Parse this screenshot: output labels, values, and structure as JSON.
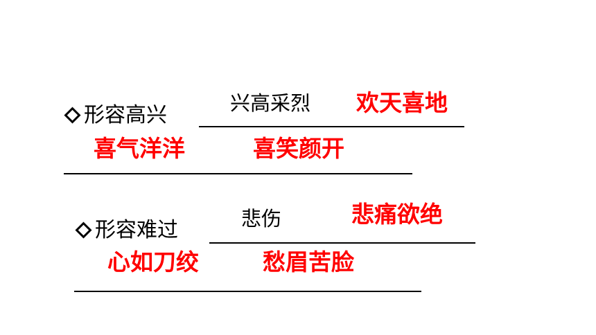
{
  "section1": {
    "prompt": "形容高兴",
    "answer_black": "兴高采烈",
    "answers_red": [
      "欢天喜地",
      "喜气洋洋",
      "喜笑颜开"
    ]
  },
  "section2": {
    "prompt": "形容难过",
    "answer_black": "悲伤",
    "answers_red": [
      "悲痛欲绝",
      "心如刀绞",
      "愁眉苦脸"
    ]
  },
  "colors": {
    "answer_red": "#ff0000",
    "text": "#000000",
    "background": "#ffffff"
  },
  "icons": {
    "bullet": "diamond-outline-icon"
  }
}
